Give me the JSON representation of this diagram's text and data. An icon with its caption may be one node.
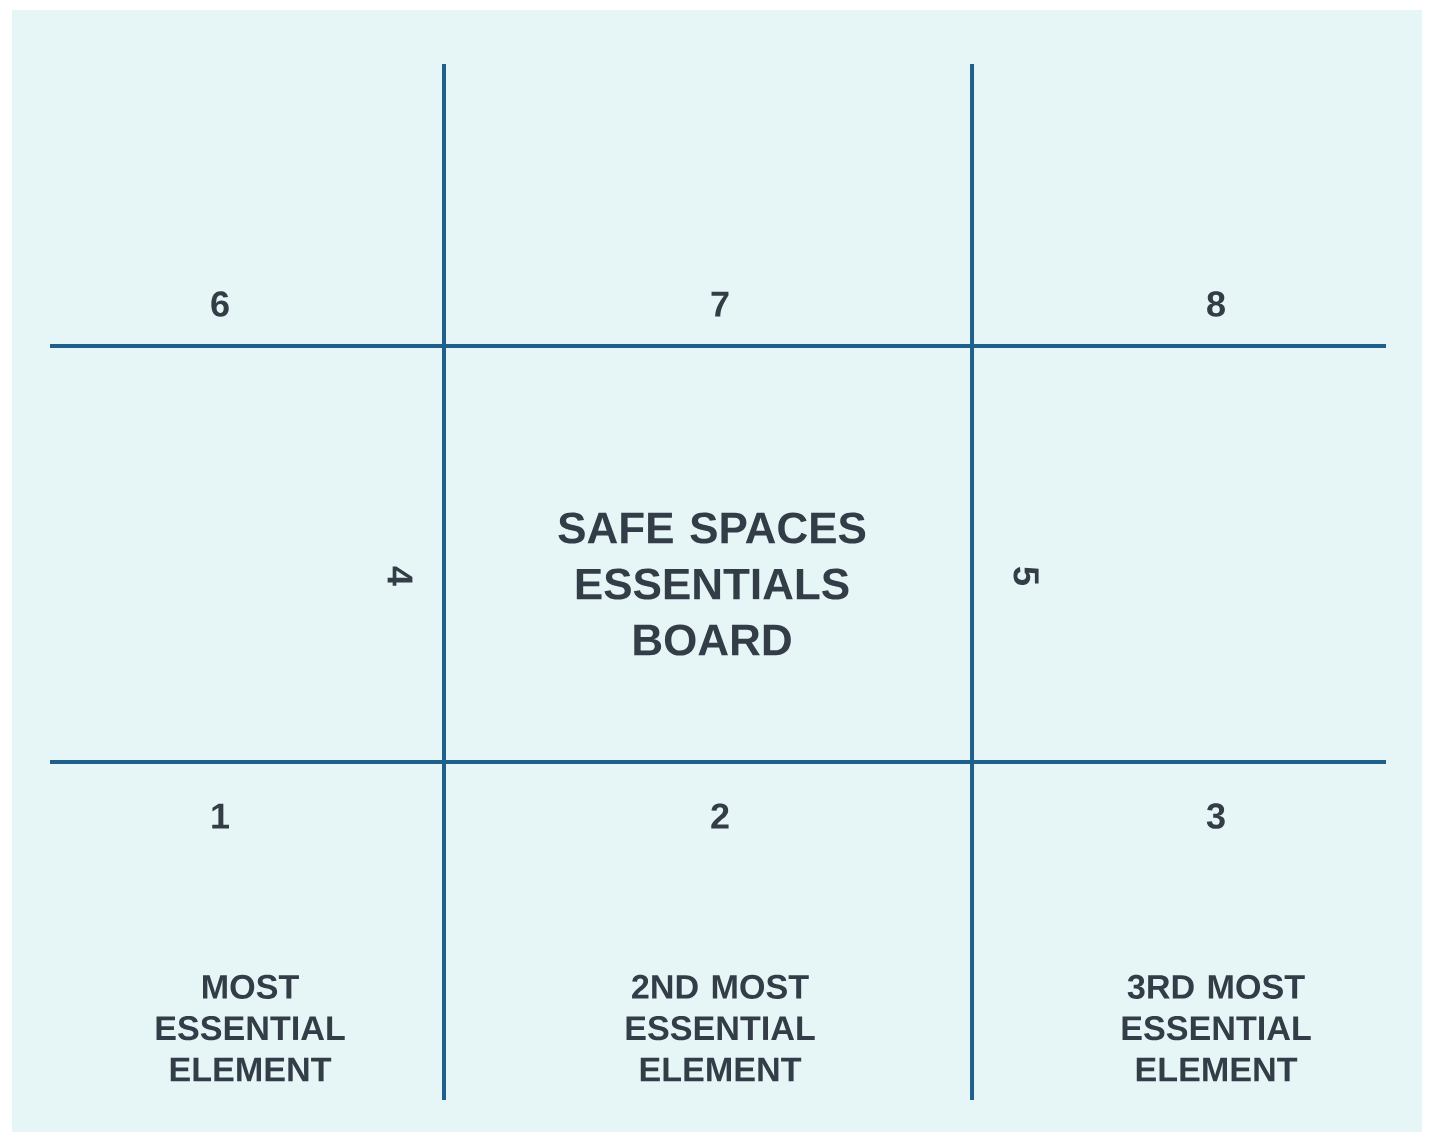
{
  "diagram": {
    "title": "SAFE SPACES ESSENTIALS BOARD",
    "labels": [
      "6",
      "7",
      "8",
      "4",
      "5",
      "1",
      "2",
      "3",
      "MOST ESSENTIAL ELEMENT",
      "2ND MOST ESSENTIAL ELEMENT",
      "3RD MOST ESSENTIAL ELEMENT"
    ]
  }
}
